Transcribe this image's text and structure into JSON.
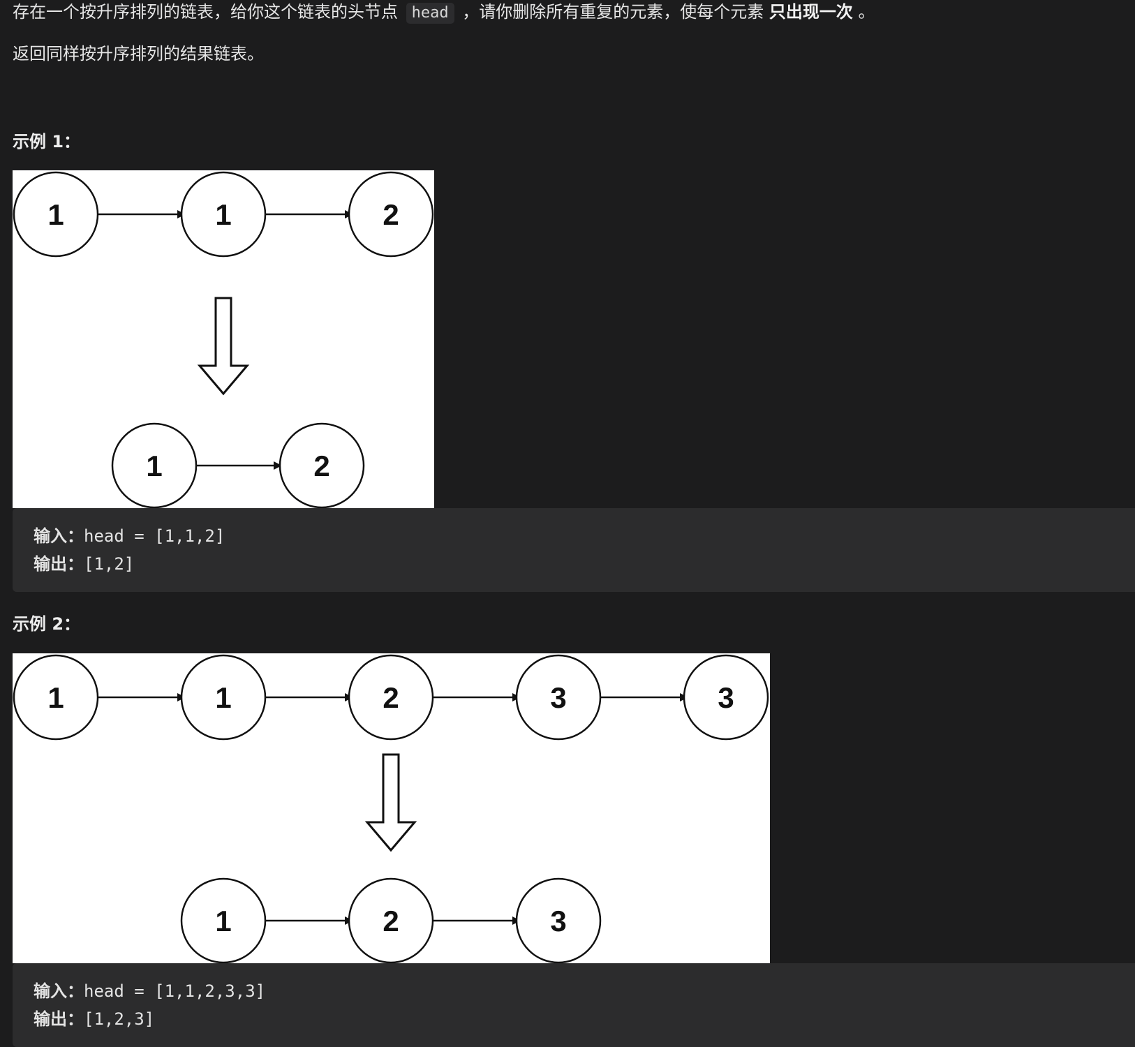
{
  "description": {
    "line1_before": "存在一个按升序排列的链表，给你这个链表的头节点",
    "line1_code": "head",
    "line1_middle": "，请你删除所有重复的元素，使每个元素",
    "line1_strong": "只出现一次",
    "line1_end": "。",
    "line2": "返回同样按升序排列的结果链表。"
  },
  "examples": [
    {
      "title": "示例 1：",
      "input_label": "输入：",
      "input_value": "head = [1,1,2]",
      "output_label": "输出：",
      "output_value": "[1,2]",
      "figure": {
        "top_nodes": [
          "1",
          "1",
          "2"
        ],
        "bottom_nodes": [
          "1",
          "2"
        ]
      }
    },
    {
      "title": "示例 2：",
      "input_label": "输入：",
      "input_value": "head = [1,1,2,3,3]",
      "output_label": "输出：",
      "output_value": "[1,2,3]",
      "figure": {
        "top_nodes": [
          "1",
          "1",
          "2",
          "3",
          "3"
        ],
        "bottom_nodes": [
          "1",
          "2",
          "3"
        ]
      }
    }
  ],
  "colors": {
    "page_background": "#1c1c1d",
    "code_background": "#2c2c2d",
    "figure_background": "#ffffff"
  }
}
